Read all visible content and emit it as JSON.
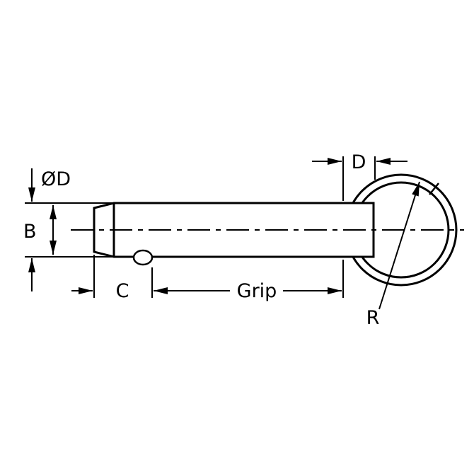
{
  "drawing": {
    "colors": {
      "line": "#000000",
      "background": "#ffffff"
    },
    "labels": {
      "od": "ØD",
      "b": "B",
      "c": "C",
      "grip": "Grip",
      "d": "D",
      "r": "R"
    }
  }
}
